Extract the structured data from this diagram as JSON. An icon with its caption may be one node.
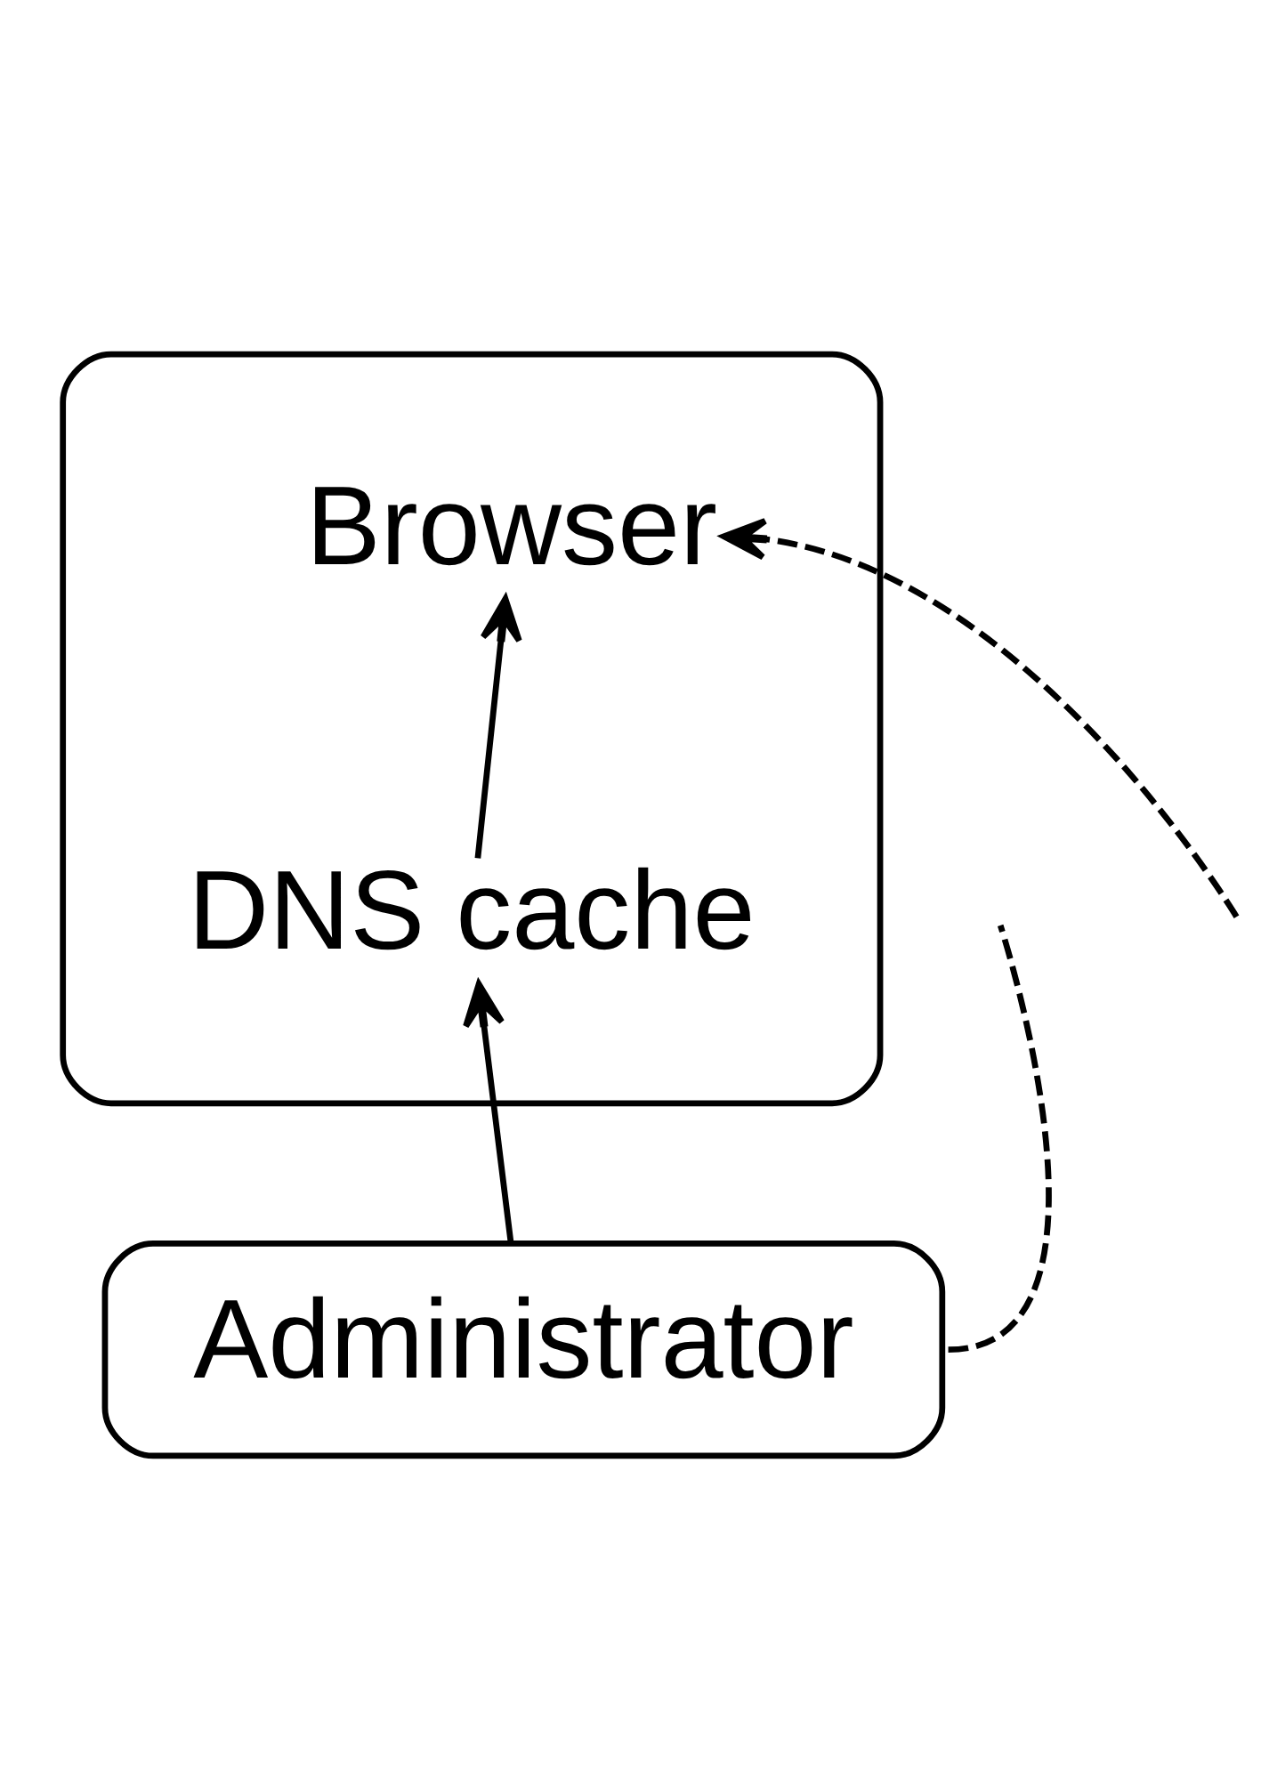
{
  "diagram": {
    "nodes": [
      {
        "text": [],
        "shape": "box"
      },
      {
        "text": [
          "Browser"
        ],
        "in": 0
      },
      {
        "text": [
          "DNS cache"
        ],
        "in": 0
      },
      {
        "text": [
          "Administrator"
        ]
      }
    ],
    "edges": [
      {
        "from": 2,
        "to": 1,
        "arrow": "to"
      },
      {
        "from": 3,
        "to": 2,
        "arrow": "to"
      },
      {
        "from": null,
        "to": 1,
        "arrow": "to",
        "style": "dashed"
      },
      {
        "from": 3,
        "to": null,
        "arrow": "none",
        "style": "dashed"
      }
    ]
  }
}
